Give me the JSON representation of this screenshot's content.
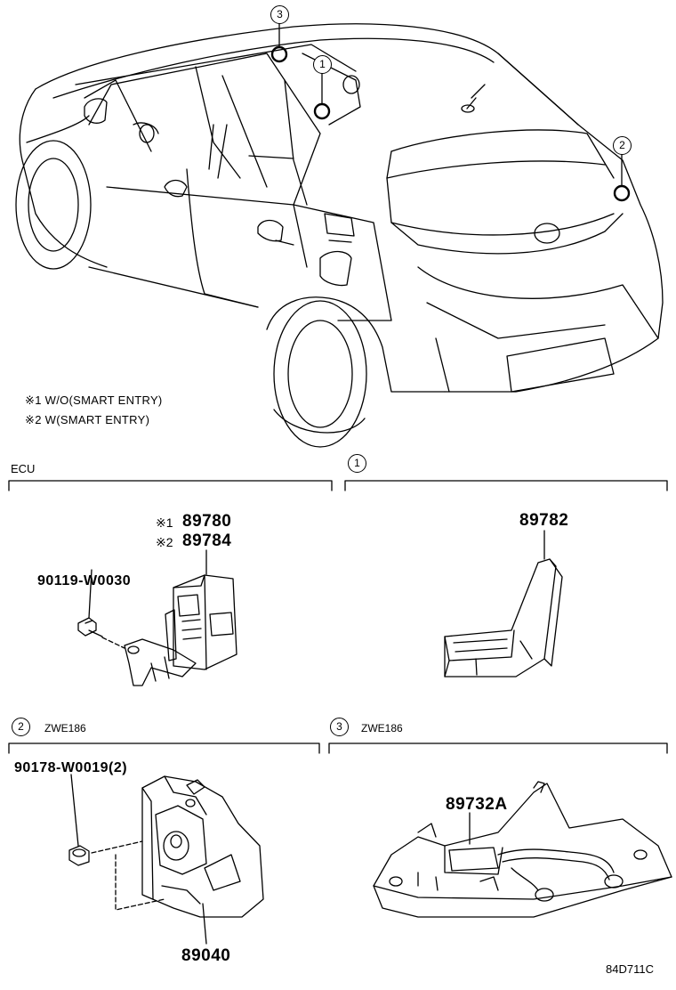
{
  "overview": {
    "callouts": [
      "3",
      "1",
      "2"
    ],
    "notes": [
      "※1 W/O(SMART ENTRY)",
      "※2 W(SMART ENTRY)"
    ]
  },
  "sections": {
    "ecu": {
      "title": "ECU"
    },
    "s1": {
      "num": "1"
    },
    "s2": {
      "num": "2",
      "title": "ZWE186"
    },
    "s3": {
      "num": "3",
      "title": "ZWE186"
    }
  },
  "parts": {
    "ecu_mark1": "※1",
    "ecu_part1": "89780",
    "ecu_mark2": "※2",
    "ecu_part2": "89784",
    "bolt": "90119-W0030",
    "antenna": "89782",
    "screw": "90178-W0019(2)",
    "sensor": "89040",
    "overhead": "89732A"
  },
  "diagram_code": "84D711C"
}
